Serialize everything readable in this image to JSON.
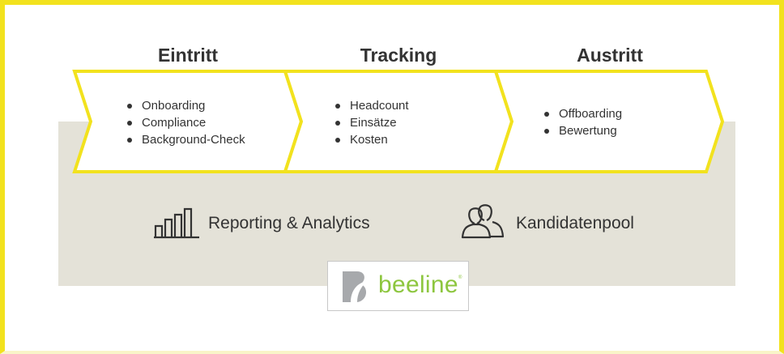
{
  "stages": [
    {
      "title": "Eintritt",
      "items": [
        "Onboarding",
        "Compliance",
        "Background-Check"
      ]
    },
    {
      "title": "Tracking",
      "items": [
        "Headcount",
        "Einsätze",
        "Kosten"
      ]
    },
    {
      "title": "Austritt",
      "items": [
        "Offboarding",
        "Bewertung"
      ]
    }
  ],
  "features": {
    "reporting": {
      "label": "Reporting & Analytics",
      "icon": "bar-chart-icon"
    },
    "candidates": {
      "label": "Kandidatenpool",
      "icon": "people-icon"
    }
  },
  "logo": {
    "text": "beeline",
    "mark": "®"
  },
  "colors": {
    "accent": "#f2e21e",
    "band": "#e4e2d8",
    "text": "#333333",
    "logo_green": "#8dc63f",
    "logo_grey": "#a7a9ac"
  }
}
